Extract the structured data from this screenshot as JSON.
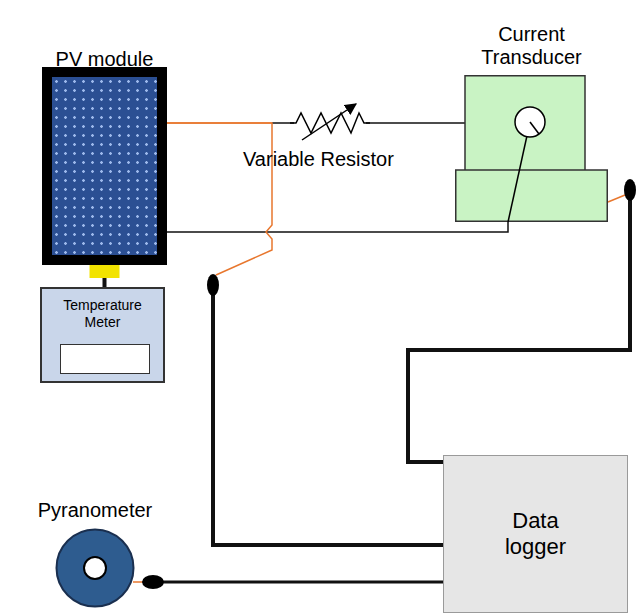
{
  "diagram": {
    "nodes": [
      {
        "text": [
          "PV module"
        ]
      },
      {
        "text": [
          "Current Transducer"
        ]
      },
      {
        "text": [
          "Temperature Meter"
        ]
      },
      {
        "text": [
          "Pyranometer"
        ]
      },
      {
        "text": [
          "Data logger"
        ]
      }
    ],
    "edges": [
      {
        "from": 0,
        "to": 1,
        "arrow": "none"
      },
      {
        "from": 0,
        "to": 1,
        "arrow": "none"
      },
      {
        "from": 0,
        "to": 2,
        "arrow": "none"
      },
      {
        "from": 0,
        "to": 4,
        "arrow": "none"
      },
      {
        "from": 1,
        "to": 4,
        "arrow": "none"
      },
      {
        "from": 3,
        "to": 4,
        "arrow": "none"
      }
    ],
    "labels": [
      "Variable Resistor"
    ]
  }
}
